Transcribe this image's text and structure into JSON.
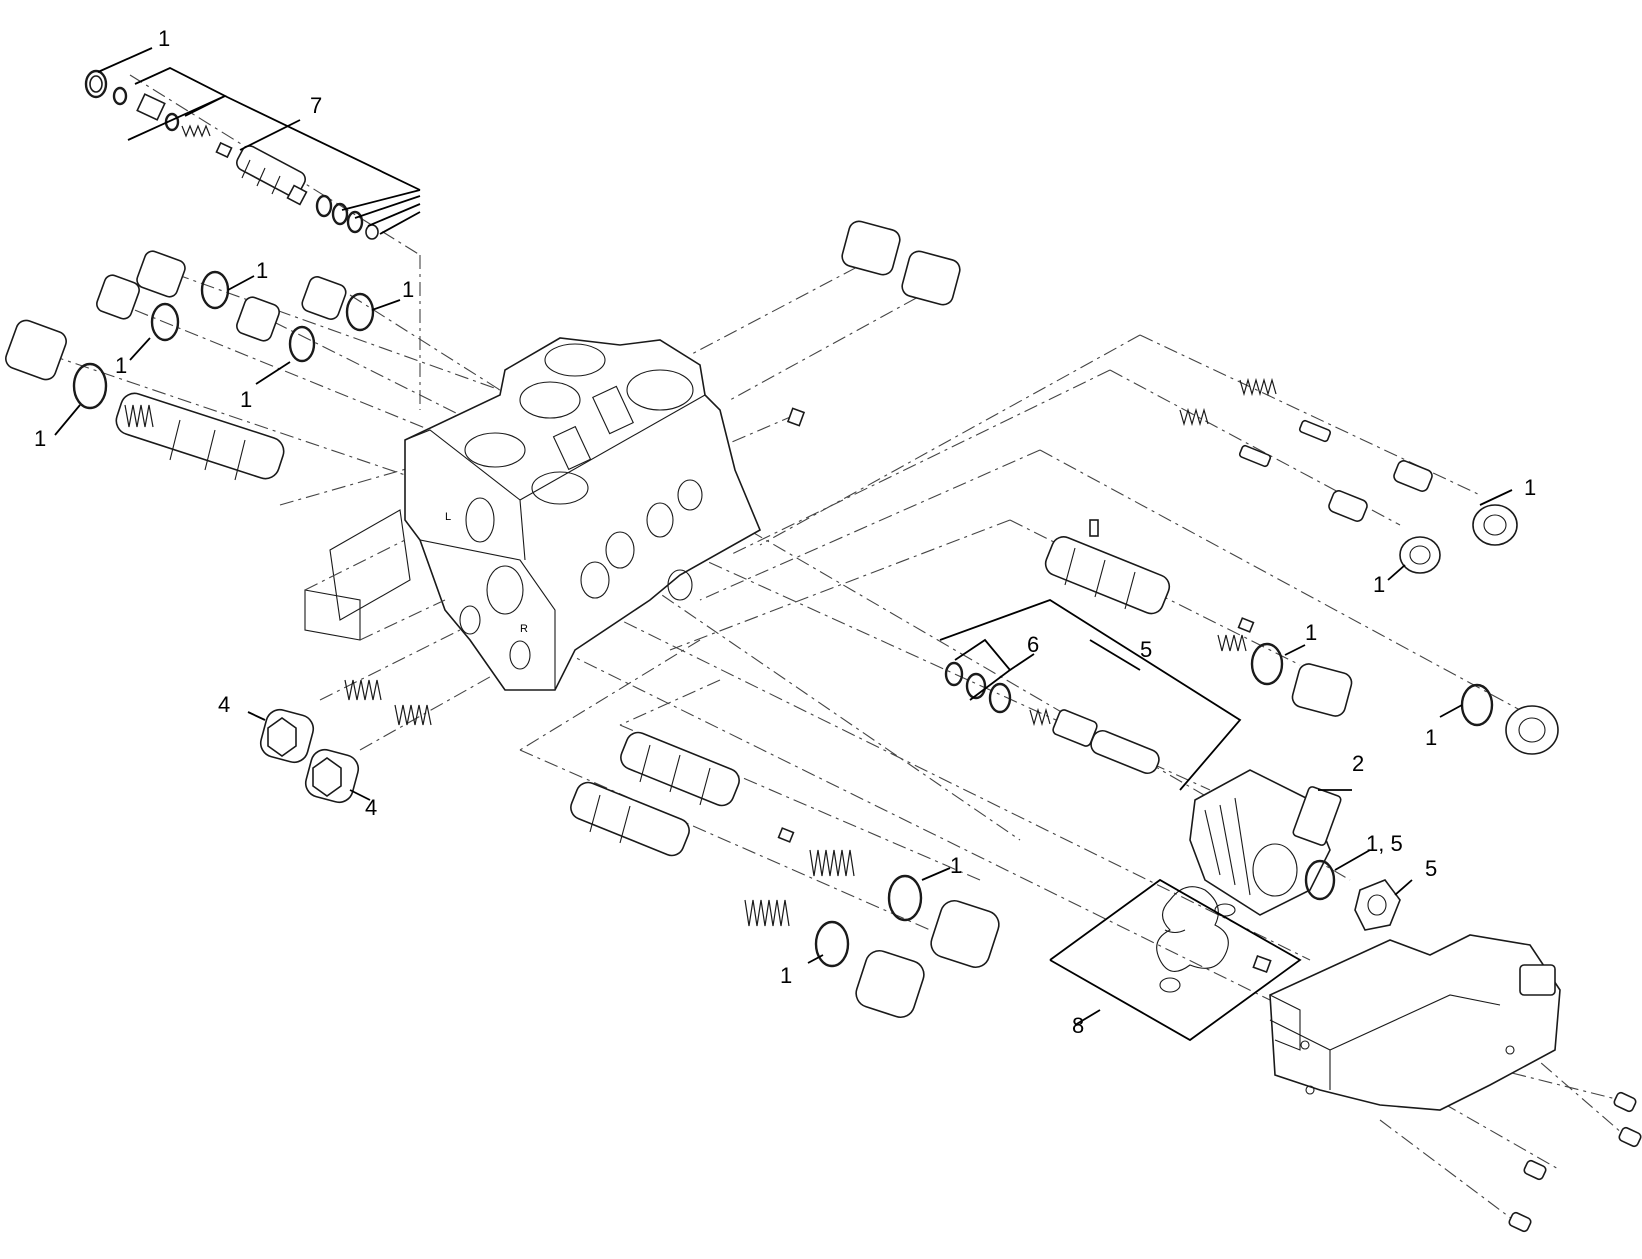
{
  "callouts": [
    {
      "id": "c1a",
      "text": "1"
    },
    {
      "id": "c7",
      "text": "7"
    },
    {
      "id": "c1b",
      "text": "1"
    },
    {
      "id": "c1c",
      "text": "1"
    },
    {
      "id": "c1d",
      "text": "1"
    },
    {
      "id": "c1e",
      "text": "1"
    },
    {
      "id": "c1f",
      "text": "1"
    },
    {
      "id": "c1g",
      "text": "1"
    },
    {
      "id": "c1h",
      "text": "1"
    },
    {
      "id": "c6",
      "text": "6"
    },
    {
      "id": "c5a",
      "text": "5"
    },
    {
      "id": "c1i",
      "text": "1"
    },
    {
      "id": "c1j",
      "text": "1"
    },
    {
      "id": "c2",
      "text": "2"
    },
    {
      "id": "c15",
      "text": "1, 5"
    },
    {
      "id": "c5b",
      "text": "5"
    },
    {
      "id": "c4a",
      "text": "4"
    },
    {
      "id": "c4b",
      "text": "4"
    },
    {
      "id": "c1k",
      "text": "1"
    },
    {
      "id": "c1l",
      "text": "1"
    },
    {
      "id": "c8",
      "text": "8"
    }
  ],
  "body_markings": {
    "left": "L",
    "right": "R"
  }
}
